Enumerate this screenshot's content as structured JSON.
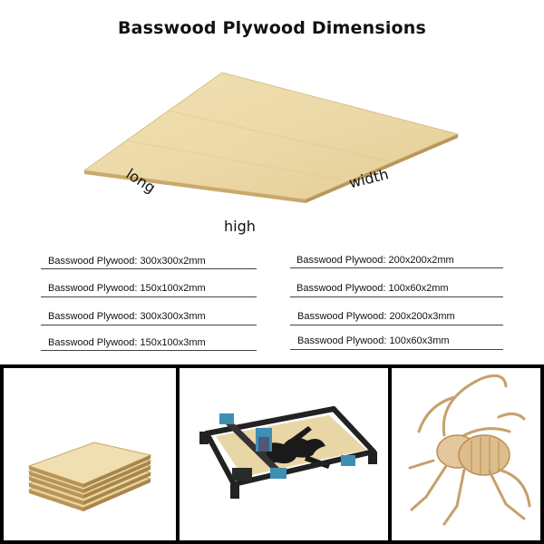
{
  "title": "Basswood Plywood Dimensions",
  "dimension_labels": {
    "long": "long",
    "width": "width",
    "high": "high"
  },
  "specs": [
    "Basswood Plywood: 300x300x2mm",
    "Basswood Plywood: 200x200x2mm",
    "Basswood Plywood: 150x100x2mm",
    "Basswood Plywood: 100x60x2mm",
    "Basswood Plywood: 300x300x3mm",
    "Basswood Plywood: 200x200x3mm",
    "Basswood Plywood: 150x100x3mm",
    "Basswood Plywood: 100x60x3mm"
  ],
  "colors": {
    "wood": "#ead6a4",
    "wood_edge": "#c9a96a",
    "machine_blue": "#3f8fb3",
    "frame": "#222222"
  }
}
